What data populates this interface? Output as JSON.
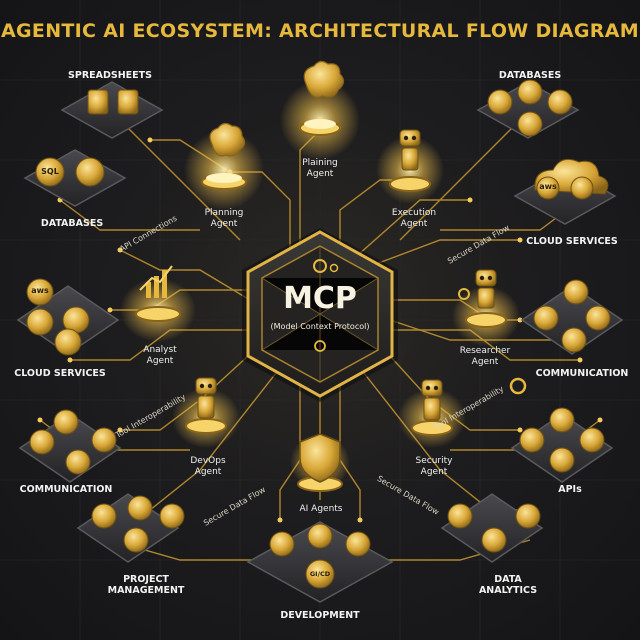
{
  "title": "AGENTIC AI ECOSYSTEM: ARCHITECTURAL FLOW DIAGRAM",
  "center": {
    "title": "MCP",
    "subtitle": "(Model Context Protocol)"
  },
  "categories": {
    "spreadsheets": "SPREADSHEETS",
    "databases_left": "DATABASES",
    "databases_right": "DATABASES",
    "cloud_left": "CLOUD SERVICES",
    "cloud_right": "CLOUD SERVICES",
    "communication_left": "COMMUNICATION",
    "communication_right": "COMMUNICATION",
    "apis": "APIs",
    "project_management_1": "PROJECT",
    "project_management_2": "MANAGEMENT",
    "development": "DEVELOPMENT",
    "data_analytics_1": "DATA",
    "data_analytics_2": "ANALYTICS"
  },
  "agents": {
    "planning_top_1": "Plaining",
    "planning_top_2": "Agent",
    "planning_left_1": "Planning",
    "planning_left_2": "Agent",
    "execution_1": "Execution",
    "execution_2": "Agent",
    "analyst_1": "Analyst",
    "analyst_2": "Agent",
    "researcher_1": "Researcher",
    "researcher_2": "Agent",
    "devops_1": "DevOps",
    "devops_2": "Agent",
    "security_1": "Security",
    "security_2": "Agent",
    "ai_agents": "AI Agents"
  },
  "flows": {
    "api_connections": "API Connections",
    "secure_flow_top": "Secure Data Flow",
    "tool_interop_left": "Tool Interoperability",
    "tool_interop_right": "Tool Interoperability",
    "secure_flow_bottom_left": "Secure Data Flow",
    "secure_flow_bottom_right": "Secure Data Flow"
  },
  "icon_labels": {
    "sql": "SQL",
    "aws": "aws",
    "gicd": "GI/CD"
  },
  "colors": {
    "accent": "#e6b83c",
    "gold": "#d4a537",
    "background": "#1b1b1d",
    "text": "#f1f1f1"
  }
}
